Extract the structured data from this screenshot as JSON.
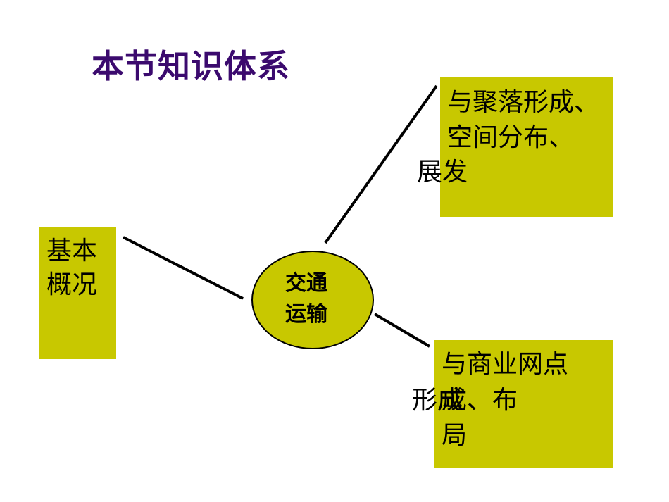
{
  "title": "本节知识体系",
  "colors": {
    "title": "#3b0a6e",
    "box_fill": "#c8c800",
    "line": "#000000"
  },
  "hub": {
    "line1": "交通",
    "line2": "运输"
  },
  "left_node": {
    "line1": "基本",
    "line2": "概况"
  },
  "top_right_node": {
    "line1": "与聚落形成、",
    "line2": "空间分布、",
    "line3": "展发"
  },
  "bottom_right_node": {
    "line1": "与商业网点",
    "line2": "形成",
    "line2b": "成、布",
    "line3": "局"
  }
}
